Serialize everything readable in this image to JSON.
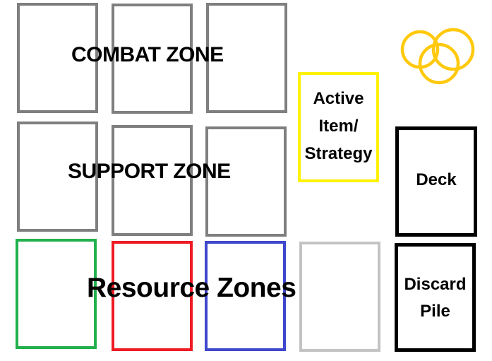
{
  "board": {
    "combat_zone": {
      "label": "COMBAT ZONE",
      "slots": 3,
      "border_color": "#7f7f7f"
    },
    "support_zone": {
      "label": "SUPPORT ZONE",
      "slots": 3,
      "border_color": "#7f7f7f"
    },
    "active_item": {
      "lines": [
        "Active",
        "Item/",
        "Strategy"
      ],
      "border_color": "#fff200"
    },
    "deck": {
      "label": "Deck",
      "border_color": "#000000"
    },
    "discard": {
      "lines": [
        "Discard",
        "Pile"
      ],
      "border_color": "#000000"
    },
    "resource_zones": {
      "label": "Resource Zones",
      "slots": [
        {
          "color_name": "green",
          "border_color": "#22b14c"
        },
        {
          "color_name": "red",
          "border_color": "#ed1c24"
        },
        {
          "color_name": "blue",
          "border_color": "#3f48cc"
        },
        {
          "color_name": "light-gray",
          "border_color": "#c3c3c3"
        }
      ]
    },
    "icon": {
      "name": "interlocking-rings-icon",
      "color": "#ffc90e",
      "count": 3
    }
  }
}
